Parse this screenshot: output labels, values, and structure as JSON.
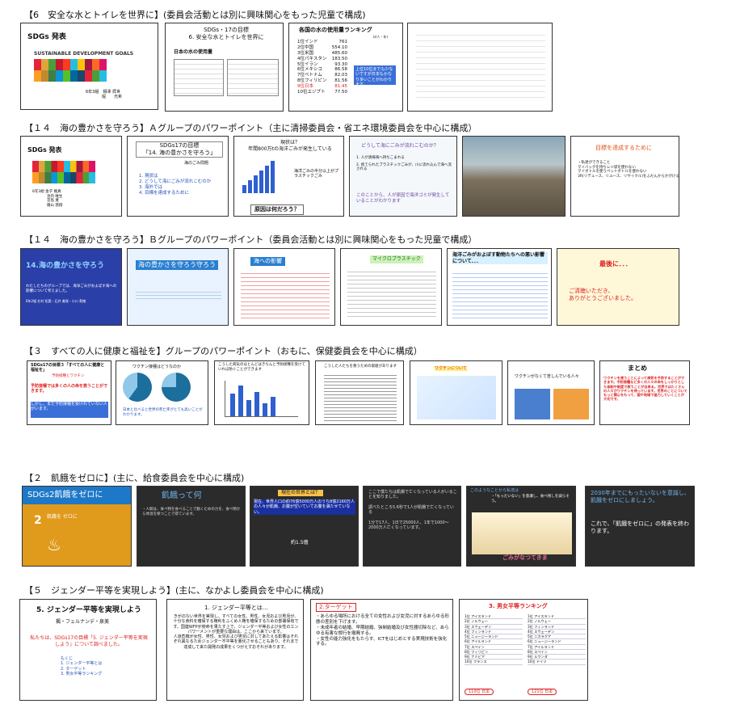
{
  "sections": [
    "【6　安全な水とトイレを世界に】(委員会活動とは別に興味関心をもった児童で構成)",
    "【１４　海の豊かさを守ろう】Ａグループのパワーポイント（主に清掃委員会・省エネ環境委員会を中心に構成）",
    "【１４　海の豊かさを守ろう】Ｂグループのパワーポイント（委員会活動とは別に興味関心をもった児童で構成）",
    "【３　すべての人に健康と福祉を】グループのパワーポイント（おもに、保健委員会を中心に構成）",
    "【２　飢餓をゼロに】(主に、給食委員会を中心に構成)",
    "【５　ジェンダー平等を実現しよう】(主に、なかよし委員会を中心に構成)"
  ],
  "r1": {
    "s1_title": "SDGs 発表",
    "s1_logo": "SUSTAINABLE DEVELOPMENT GOALS",
    "s1_names": "6年3組　相澤 拝世\n　　　　堀　　光希",
    "s2_title": "SDGs・17の目標\n6. 安全な水とトイレを世界に",
    "s2_sub": "日本の水の使用量",
    "s3_title": "各国の水の使用量ランキング",
    "s3_unit": "(ℓ/人・年)",
    "ranking": [
      {
        "label": "1位インド",
        "value": "761"
      },
      {
        "label": "2位中国",
        "value": "554.10"
      },
      {
        "label": "3位米国",
        "value": "485.60"
      },
      {
        "label": "4位パキスタン",
        "value": "183.50"
      },
      {
        "label": "5位イラン",
        "value": "93.30"
      },
      {
        "label": "6位メキシコ",
        "value": "86.58"
      },
      {
        "label": "7位ベトナム",
        "value": "82.03"
      },
      {
        "label": "8位フィリピン",
        "value": "81.56"
      },
      {
        "label": "9位日本",
        "value": "81.45"
      },
      {
        "label": "10位エジプト",
        "value": "77.50"
      }
    ],
    "s3_note": "上位10位までも少ないですが日本もかなり多いことがわかります。"
  },
  "r2": {
    "s1_title": "SDGs 発表",
    "s1_names": "6年3組 金子 楓真\n　　　　池内 唯生\n　　　　宮島 寛\n　　　　磯山 悠翔",
    "s2_title": "SDGs17の目標\n「14. 海の豊かさを守ろう」",
    "s2_sub": "海のごみ問題",
    "s2_items": [
      "1. 現状は",
      "2. どうして海にごみが流れこむのか",
      "3. 海外では",
      "4. 目標を達成するために"
    ],
    "s3_title": "現状は？\n年間800万tの海洋ごみが発生している",
    "s3_side": "海洋ごみの半分以上がプラスチックごみ",
    "s3_q": "原因は何だろう？",
    "s4_title": "どうして海にごみが流れこむのか？",
    "s4_items": [
      "1. 人が清掃海へ持ちこまれる",
      "2. 捨てられたプラスチックごみが、川に流れ込んで海へ流される"
    ],
    "s4_conc": "このことから、人が原因で海洋ゴミが発生していることがわかります",
    "s6_title": "目標を達成するために",
    "s6_body": "・私達ができること\nマイバッグを持ちレジ袋を使わない\nマイボトルを使うペットボトルを使わない\n3R(リデュース、リユース、リサイクル)をふだんからかがける"
  },
  "r3": {
    "s1_title": "14.海の豊かさを守ろう",
    "s1_body": "わたしたちのグループでは、海洋ごみがおよぼす海への影響について考えました。",
    "s1_names": "6年2組 杉村 拓実・石井 美咲・小川 莉緒",
    "s2_title": "海の豊かさを守ろう守ろう",
    "s3_title": "海への影響",
    "s4_title": "マイクロプラスチック",
    "s5_title": "海洋ごみがおよぼす動物たちへの悪い影響について．．．",
    "s6_title": "最後に．．．",
    "s6_end": "ご清聴いただき、\nありがとうございました。"
  },
  "r4": {
    "s1_title": "SDGs17の目標３「すべての人に健康と福祉を」",
    "s1_key": "予防接種とワクチン",
    "s1_body": "予防接種では多くの人の命を救うことができます。",
    "s1_end": "しかし、まだ予防接種を受けれていない人がいます。",
    "s2_title": "ワクチン接種はどうなのか",
    "s2_note": "日本と比べると世界の死亡率がとても高いことがわかります。",
    "s3_title": "こうした病気のほとんどはきちんと予防接種を受けていれば防ぐことができます",
    "s4_title": "こうした人たちを救うための取組があります",
    "s5_title": "ワクチンについて",
    "s6_title": "ワクチンがなくて苦しんでいる人々",
    "s7_title": "まとめ",
    "s7_body": "ワクチンを使うことによって病気を予防することができます。予防接種など多くの人々の命をしっかりとした体制や制度で救うことが出来る。世界ではたくさんの人々がワクチンを待っています。世界のことについてもっと関心をもって、国や地域で協力していくことが大切です。"
  },
  "r5": {
    "s1_title": "SDGs2飢餓をゼロに",
    "s1_icon": "飢餓を ゼロに",
    "s2_title": "飢餓って何",
    "s2_body": "・人間は、食べ物を食べることで動くための力を、食べ物から体温を保つことで得ています。",
    "s3_title": "現在の世界とは？",
    "s3_body": "現在、世界人口の約76億5000万人のうち8億2160万人の人々が飢餓、お腹が空いていてお腹を満たせていない。",
    "s3_stat": "約1.5億",
    "s4_body": "ここで僕たちは飢餓で亡くなっている人がいることを知りました。\n\n調べたところ5.6秒で1人が飢餓で亡くなっている\n\n1分で17人、1日で25000人、1年で1000〜2000万人亡くなっています。",
    "s5_title": "このようなことから私達は",
    "s5_body": "・「もったいない」を意識し、食べ残しを減らそう。",
    "s5_bottom": "ごみがなつてきま",
    "s6_body": "2030年までにもったいないを意識し、飢餓をゼロにしましょう。",
    "s6_end": "これで、「飢餓をゼロに」の発表を終わります。"
  },
  "r6": {
    "s1_title": "5. ジェンダー平等を実現しよう",
    "s1_names": "楓・フェルナンデ・泉美",
    "s1_body": "私たちは、SDGs17の目標「5. ジェンダー平等を実現しよう」について調べました。",
    "s1_toc": "もくじ\n1. ジェンダー平等とは\n2. ターゲット\n3. 男女平等ランキング",
    "s2_title": "1. ジェンダー平等とは...",
    "s2_body": "きがのない世界を実現し、すべての女性、男性、女児および男児が、十分な食料を確保する権利をふくめ人権を確保するための部署保有です。国連WFPが使命を果たす上で、ジェンダー平等および女性のエンパワーメントが重要な理由は、ここから来ています。\n人道危機が女性、男性、女児および男児に対してあたえる影響はそれぞれ異なるためジェンダー不平等を悪化させることもあり、それまで達成して来た開発の成果をくつがえすおそれがあります。",
    "s3_title": "2.ターゲット",
    "s3_body": "・あらゆる場所における全ての女性および女児に対するあらゆる形態の差別を下げます。\n・未成年者の結婚、早期結婚、強制結婚及び女性器切除など、あらゆる有害な慣行を撤廃する。\n・女性の能力強化をもたらす、ICTをはじめとする実現技術を強化する。",
    "s4_title": "3. 男女平等ランキング",
    "s4_rank_a": [
      "1位 アイスランド",
      "2位 ノルウェー",
      "3位 スウェーデン",
      "4位 フィンランド",
      "5位 ニュージーランド",
      "6位 アイルランド",
      "7位 スペイン",
      "8位 フィリピン",
      "9位 ナミビア",
      "10位 フランス"
    ],
    "s4_rank_b": [
      "1位 アイスランド",
      "2位 ノルウェー",
      "3位 フィンランド",
      "4位 スウェーデン",
      "5位 ニカラグア",
      "6位 ニュージーランド",
      "7位 アイルランド",
      "8位 スペイン",
      "9位 ルワンダ",
      "10位 ドイツ"
    ],
    "s4_japan_a": "110位 日本",
    "s4_japan_b": "121位 日本"
  }
}
